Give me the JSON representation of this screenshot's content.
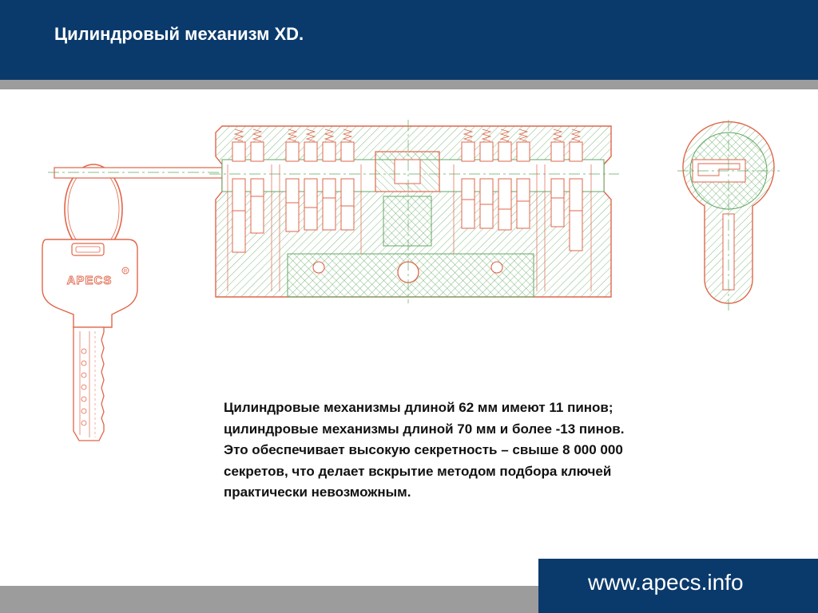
{
  "slide": {
    "title": "Цилиндровый механизм XD.",
    "body_lines": [
      "Цилиндровые механизмы длиной 62 мм имеют 11 пинов;",
      "цилиндровые механизмы длиной 70 мм и более -13 пинов.",
      "Это обеспечивает высокую секретность – свыше 8 000 000",
      "секретов, что делает вскрытие методом подбора ключей",
      "практически невозможным."
    ],
    "key_brand": "APECS",
    "footer_url": "www.apecs.info"
  },
  "colors": {
    "header_blue": "#0a3a6c",
    "stripe_gray": "#9c9c9c",
    "drawing_red": "#e0664a",
    "drawing_green": "#63a863"
  }
}
